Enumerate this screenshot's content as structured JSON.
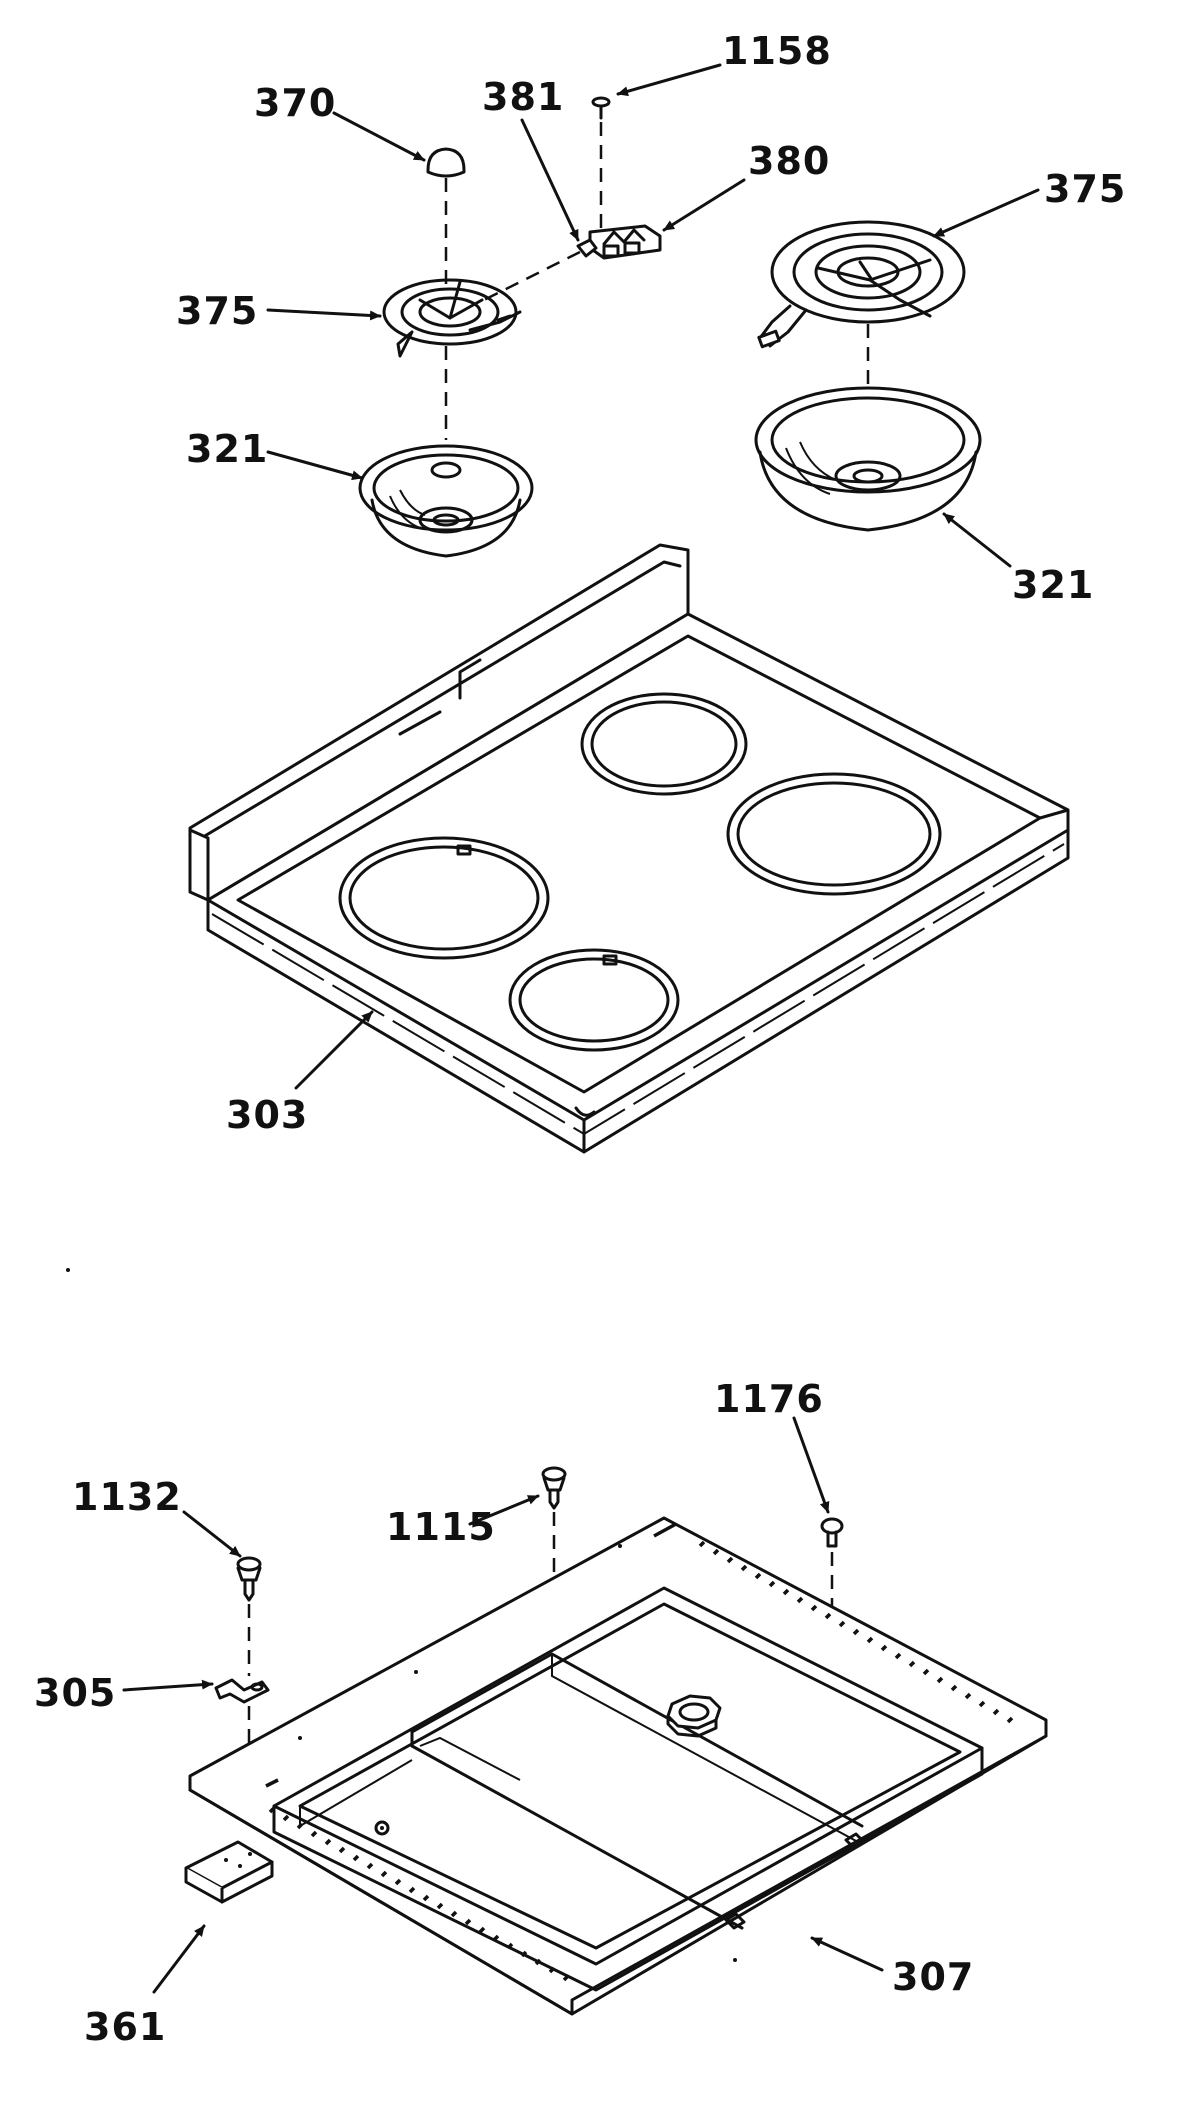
{
  "callouts": {
    "c1158": "1158",
    "c370": "370",
    "c381": "381",
    "c380": "380",
    "c375_left": "375",
    "c375_right": "375",
    "c321_left": "321",
    "c321_right": "321",
    "c303": "303",
    "c1176": "1176",
    "c1132": "1132",
    "c1115": "1115",
    "c305": "305",
    "c307": "307",
    "c361": "361"
  },
  "colors": {
    "ink": "#111111",
    "paper": "#ffffff"
  }
}
